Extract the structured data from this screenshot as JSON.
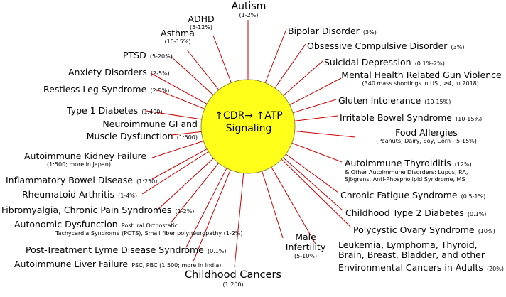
{
  "center": {
    "line1": "↑CDR→ ↑ATP",
    "line2": "Signaling"
  },
  "colors": {
    "circle_fill": "#ffff1a",
    "circle_stroke": "#8a8a3a",
    "spoke": "#cc0000"
  },
  "labels": [
    {
      "key": "autism",
      "name": "Autism",
      "sub": "(1-2%)"
    },
    {
      "key": "adhd",
      "name": "ADHD",
      "sub": "(5-12%)"
    },
    {
      "key": "asthma",
      "name": "Asthma",
      "sub": "(10-15%)"
    },
    {
      "key": "ptsd",
      "name": "PTSD",
      "sub": "(5-20%)"
    },
    {
      "key": "anxiety",
      "name": "Anxiety Disorders",
      "sub": "(2-5%)"
    },
    {
      "key": "rls",
      "name": "Restless Leg Syndrome",
      "sub": "(2-5%)"
    },
    {
      "key": "t1d",
      "name": "Type 1 Diabetes",
      "sub": "(1:400)"
    },
    {
      "key": "neuroimmune",
      "name": "Neuroimmune GI and",
      "name2": "Muscle Dysfunction",
      "sub": "(1:500)"
    },
    {
      "key": "kidney",
      "name": "Autoimmune Kidney Failure",
      "sub": "(1:500; more in Japan)"
    },
    {
      "key": "ibd",
      "name": "Inflammatory Bowel Disease",
      "sub": "(1:250)"
    },
    {
      "key": "ra",
      "name": "Rheumatoid Arthritis",
      "sub": "(1-4%)"
    },
    {
      "key": "fibro",
      "name": "Fibromyalgia, Chronic Pain Syndromes",
      "sub": "(1-2%)"
    },
    {
      "key": "autonomic",
      "name": "Autonomic Dysfunction",
      "sub1": "Postural Orthostatic",
      "sub": "Tachycardia Syndrome (POTS), Small fiber polyneuropathy (1-2%)"
    },
    {
      "key": "lyme",
      "name": "Post-Treatment Lyme Disease Syndrome",
      "sub": "(0.1%)"
    },
    {
      "key": "liver",
      "name": "Autoimmune Liver Failure",
      "sub": "PSC, PBC (1:500; more in India)"
    },
    {
      "key": "childcancer",
      "name": "Childhood Cancers",
      "sub": "(1:200)"
    },
    {
      "key": "maleinf",
      "name": "Male",
      "name2": "Infertility",
      "sub": "(5-10%)"
    },
    {
      "key": "leukemia",
      "name": "Leukemia, Lymphoma, Thyroid,",
      "name2": "Brain, Breast, Bladder, and other",
      "name3": "Environmental Cancers in Adults",
      "sub": "(20%)"
    },
    {
      "key": "pcos",
      "name": "Polycystic Ovary Syndrome",
      "sub": "(10%)"
    },
    {
      "key": "t2d",
      "name": "Childhood Type 2 Diabetes",
      "sub": "(0.1%)"
    },
    {
      "key": "cfs",
      "name": "Chronic Fatigue Syndrome",
      "sub": "(0.5-1%)"
    },
    {
      "key": "thyroiditis",
      "name": "Autoimmune Thyroiditis",
      "sub": "(12%)",
      "sub2": "& Other Autoimmune Disorders: Lupus, RA,",
      "sub3": "Sjögrens, Anti-Phospholipid Syndrome, MS"
    },
    {
      "key": "food",
      "name": "Food Allergies",
      "sub": "(Peanuts, Dairy, Soy, Corn—5-15%)"
    },
    {
      "key": "ibs",
      "name": "Irritable Bowel Syndrome",
      "sub": "(10-15%)"
    },
    {
      "key": "gluten",
      "name": "Gluten Intolerance",
      "sub": "(10-15%)"
    },
    {
      "key": "gun",
      "name": "Mental Health Related Gun Violence",
      "sub": "(340 mass shootings in US , ≥4, in 2018)."
    },
    {
      "key": "suicidal",
      "name": "Suicidal Depression",
      "sub": "(0.1%-2%)"
    },
    {
      "key": "ocd",
      "name": "Obsessive Compulsive Disorder",
      "sub": "(3%)"
    },
    {
      "key": "bipolar",
      "name": "Bipolar Disorder",
      "sub": "(3%)"
    }
  ]
}
